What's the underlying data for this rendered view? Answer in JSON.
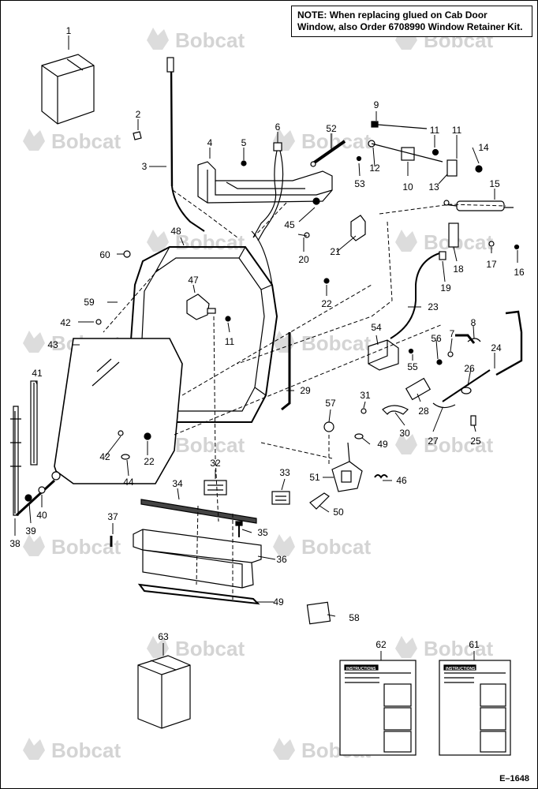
{
  "note": {
    "lead": "NOTE:",
    "text": "When replacing glued on Cab Door Window, also Order 6708990 Window Retainer Kit."
  },
  "figure_id": "E–1648",
  "watermark": {
    "text": "Bobcat",
    "color": "#d4d4d4"
  },
  "instruction_sheet_header": "INSTRUCTIONS",
  "callouts": [
    "1",
    "2",
    "3",
    "4",
    "5",
    "6",
    "7",
    "8",
    "9",
    "10",
    "11",
    "12",
    "13",
    "14",
    "15",
    "16",
    "17",
    "18",
    "19",
    "20",
    "21",
    "22",
    "23",
    "24",
    "25",
    "26",
    "27",
    "28",
    "29",
    "30",
    "31",
    "32",
    "33",
    "34",
    "35",
    "36",
    "37",
    "38",
    "39",
    "40",
    "41",
    "42",
    "43",
    "44",
    "45",
    "46",
    "47",
    "48",
    "49",
    "50",
    "51",
    "52",
    "53",
    "54",
    "55",
    "56",
    "57",
    "58",
    "59",
    "60",
    "61",
    "62",
    "63"
  ]
}
